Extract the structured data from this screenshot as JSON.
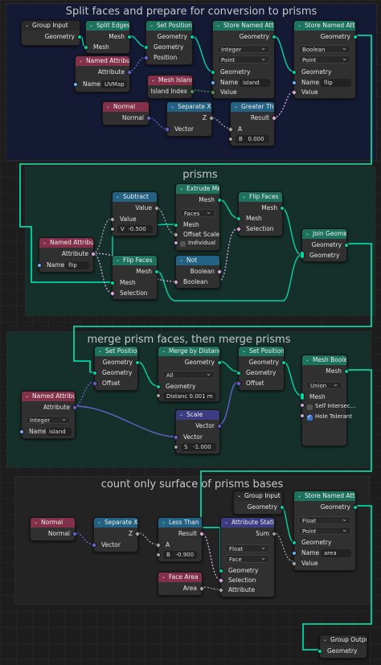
{
  "frames": [
    {
      "id": "f1",
      "title": "Split faces and prepare for conversion to prisms",
      "color": "#141a34"
    },
    {
      "id": "f2",
      "title": "prisms",
      "color": "#15302a"
    },
    {
      "id": "f3",
      "title": "merge prism faces, then merge prisms",
      "color": "#15302a"
    },
    {
      "id": "f4",
      "title": "count only surface of prisms bases",
      "color": "#232323"
    }
  ],
  "nodes": {
    "group_input_1": {
      "title": "Group Input",
      "out": "Geometry"
    },
    "split_edges": {
      "title": "Split Edges",
      "out": "Mesh",
      "in": "Mesh"
    },
    "set_position_1": {
      "title": "Set Position",
      "out": "Geometry",
      "in1": "Geometry",
      "in2": "Position"
    },
    "named_attr_1": {
      "title": "Named Attribute",
      "out": "Attribute",
      "name_label": "Name",
      "name_value": "UVMap"
    },
    "mesh_island": {
      "title": "Mesh Island",
      "out": "Island Index"
    },
    "store_1": {
      "title": "Store Named Attrib...",
      "out": "Geometry",
      "type": "Integer",
      "domain": "Point",
      "in_geo": "Geometry",
      "name_label": "Name",
      "name_value": "island",
      "in_val": "Value"
    },
    "store_2": {
      "title": "Store Named Attrib...",
      "out": "Geometry",
      "type": "Boolean",
      "domain": "Point",
      "in_geo": "Geometry",
      "name_label": "Name",
      "name_value": "flip",
      "in_val": "Value"
    },
    "normal_1": {
      "title": "Normal",
      "out": "Normal"
    },
    "separate_1": {
      "title": "Separate XYZ",
      "out": "Z",
      "in": "Vector"
    },
    "greater_than": {
      "title": "Greater Than",
      "out": "Result",
      "in_a": "A",
      "b_label": "B",
      "b_value": "0.000"
    },
    "subtract": {
      "title": "Subtract",
      "out": "Value",
      "in": "Value",
      "v_label": "V",
      "v_value": "-0.500"
    },
    "extrude": {
      "title": "Extrude Mesh",
      "out": "Mesh",
      "mode": "Faces",
      "in_mesh": "Mesh",
      "in_offset": "Offset Scale",
      "in_ind": "Individual"
    },
    "flip_faces_1": {
      "title": "Flip Faces",
      "out": "Mesh",
      "in_mesh": "Mesh",
      "in_sel": "Selection"
    },
    "named_attr_2": {
      "title": "Named Attribute",
      "out": "Attribute",
      "name_label": "Name",
      "name_value": "flip"
    },
    "flip_faces_2": {
      "title": "Flip Faces",
      "out": "Mesh",
      "in_mesh": "Mesh",
      "in_sel": "Selection"
    },
    "not_node": {
      "title": "Not",
      "out": "Boolean",
      "in": "Boolean"
    },
    "join": {
      "title": "Join Geometry",
      "out": "Geometry",
      "in": "Geometry"
    },
    "set_position_2": {
      "title": "Set Position",
      "out": "Geometry",
      "in1": "Geometry",
      "in2": "Offset"
    },
    "merge": {
      "title": "Merge by Distance",
      "out": "Geometry",
      "mode": "All",
      "in": "Geometry",
      "dist": "Distanc  0.001 m"
    },
    "set_position_3": {
      "title": "Set Position",
      "out": "Geometry",
      "in1": "Geometry",
      "in2": "Offset"
    },
    "named_attr_3": {
      "title": "Named Attribute",
      "out": "Attribute",
      "type": "Integer",
      "name_label": "Name",
      "name_value": "island"
    },
    "scale": {
      "title": "Scale",
      "out": "Vector",
      "in": "Vector",
      "s_label": "S",
      "s_value": "-1.000"
    },
    "mesh_boolean": {
      "title": "Mesh Boolean",
      "out": "Mesh",
      "op": "Union",
      "in": "Mesh",
      "self": "Self Intersec...",
      "hole": "Hole Tolerant"
    },
    "normal_2": {
      "title": "Normal",
      "out": "Normal"
    },
    "separate_2": {
      "title": "Separate XYZ",
      "out": "Z",
      "in": "Vector"
    },
    "less_than": {
      "title": "Less Than",
      "out": "Result",
      "in_a": "A",
      "b_label": "B",
      "b_value": "-0.900"
    },
    "face_area": {
      "title": "Face Area",
      "out": "Area"
    },
    "group_input_2": {
      "title": "Group Input",
      "out": "Geometry"
    },
    "attr_stat": {
      "title": "Attribute Statistic",
      "out": "Sum",
      "type": "Float",
      "domain": "Face",
      "in_geo": "Geometry",
      "in_sel": "Selection",
      "in_attr": "Attribute"
    },
    "store_3": {
      "title": "Store Named Attrib...",
      "out": "Geometry",
      "type": "Float",
      "domain": "Point",
      "in_geo": "Geometry",
      "name_label": "Name",
      "name_value": "area",
      "in_val": "Value"
    },
    "group_output": {
      "title": "Group Output",
      "in": "Geometry"
    }
  }
}
